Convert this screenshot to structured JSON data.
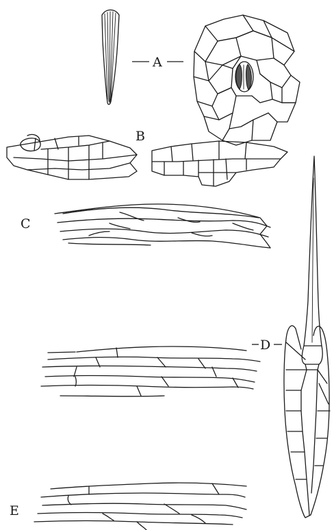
{
  "labels": {
    "a": "A",
    "b": "B",
    "c": "C",
    "d": "D",
    "e": "E"
  },
  "colors": {
    "ink": "#1a1a1a",
    "paper": "#ffffff",
    "stomata_shade": "#555555"
  }
}
